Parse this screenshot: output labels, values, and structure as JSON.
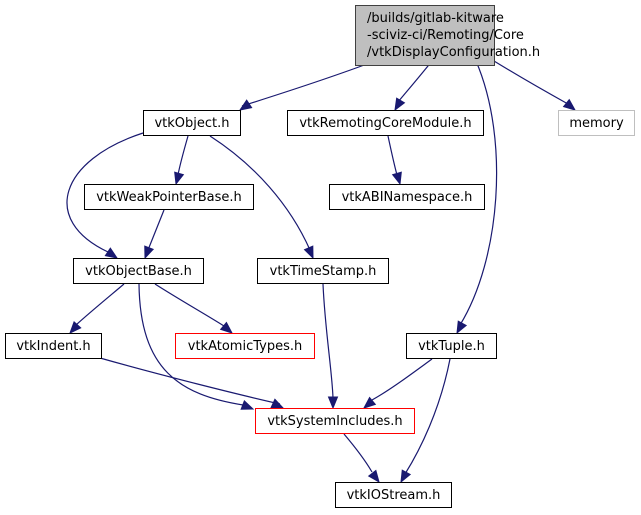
{
  "graph": {
    "root": {
      "lines": [
        "/builds/gitlab-kitware",
        "-sciviz-ci/Remoting/Core",
        "/vtkDisplayConfiguration.h"
      ]
    },
    "nodes": {
      "vtkObject": "vtkObject.h",
      "vtkRemotingCoreModule": "vtkRemotingCoreModule.h",
      "memory": "memory",
      "vtkWeakPointerBase": "vtkWeakPointerBase.h",
      "vtkABINamespace": "vtkABINamespace.h",
      "vtkObjectBase": "vtkObjectBase.h",
      "vtkTimeStamp": "vtkTimeStamp.h",
      "vtkIndent": "vtkIndent.h",
      "vtkAtomicTypes": "vtkAtomicTypes.h",
      "vtkTuple": "vtkTuple.h",
      "vtkSystemIncludes": "vtkSystemIncludes.h",
      "vtkIOStream": "vtkIOStream.h"
    },
    "edges": [
      [
        "root",
        "vtkObject"
      ],
      [
        "root",
        "vtkRemotingCoreModule"
      ],
      [
        "root",
        "vtkTuple"
      ],
      [
        "root",
        "memory"
      ],
      [
        "vtkObject",
        "vtkWeakPointerBase"
      ],
      [
        "vtkObject",
        "vtkObjectBase"
      ],
      [
        "vtkObject",
        "vtkTimeStamp"
      ],
      [
        "vtkRemotingCoreModule",
        "vtkABINamespace"
      ],
      [
        "vtkWeakPointerBase",
        "vtkObjectBase"
      ],
      [
        "vtkObjectBase",
        "vtkIndent"
      ],
      [
        "vtkObjectBase",
        "vtkAtomicTypes"
      ],
      [
        "vtkObjectBase",
        "vtkSystemIncludes"
      ],
      [
        "vtkTimeStamp",
        "vtkSystemIncludes"
      ],
      [
        "vtkIndent",
        "vtkSystemIncludes"
      ],
      [
        "vtkTuple",
        "vtkSystemIncludes"
      ],
      [
        "vtkTuple",
        "vtkIOStream"
      ],
      [
        "vtkSystemIncludes",
        "vtkIOStream"
      ]
    ],
    "colors": {
      "edge": "#191970",
      "root_fill": "#bfbfbf",
      "external_border": "#bfbfbf",
      "undocumented_border": "#ff0000"
    }
  }
}
